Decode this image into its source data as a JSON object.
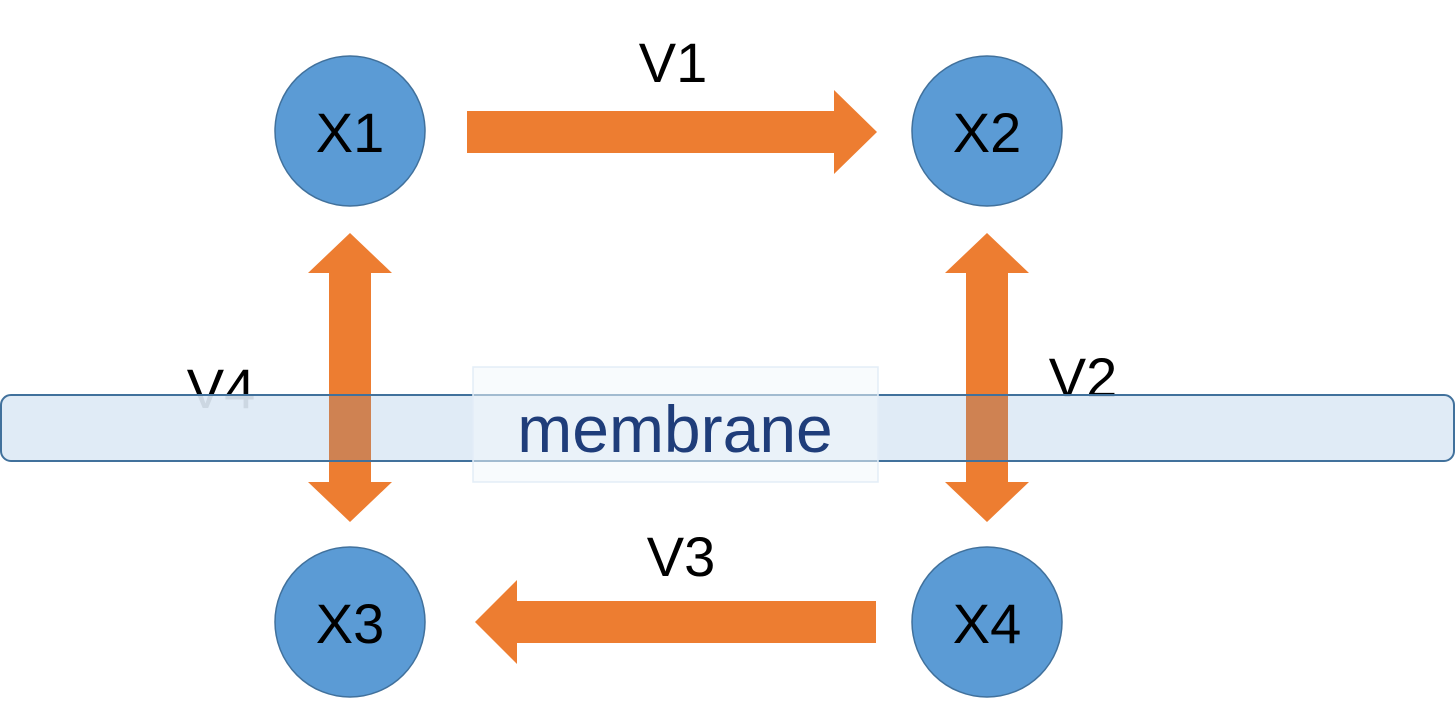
{
  "diagram": {
    "title": "",
    "nodes": [
      {
        "id": "X1",
        "label": "X1"
      },
      {
        "id": "X2",
        "label": "X2"
      },
      {
        "id": "X3",
        "label": "X3"
      },
      {
        "id": "X4",
        "label": "X4"
      }
    ],
    "edges": [
      {
        "id": "V1",
        "label": "V1",
        "from": "X1",
        "to": "X2",
        "direction": "forward"
      },
      {
        "id": "V2",
        "label": "V2",
        "from": "X2",
        "to": "X4",
        "direction": "bidirectional"
      },
      {
        "id": "V3",
        "label": "V3",
        "from": "X4",
        "to": "X3",
        "direction": "forward"
      },
      {
        "id": "V4",
        "label": "V4",
        "from": "X3",
        "to": "X1",
        "direction": "bidirectional"
      }
    ],
    "membrane": {
      "label": "membrane"
    },
    "colors": {
      "node_fill": "#5b9bd5",
      "node_stroke": "#41719c",
      "arrow": "#ed7d31",
      "membrane_fill": "#dde9f5",
      "membrane_stroke": "#41719c",
      "membrane_text": "#1f3d7a"
    }
  }
}
